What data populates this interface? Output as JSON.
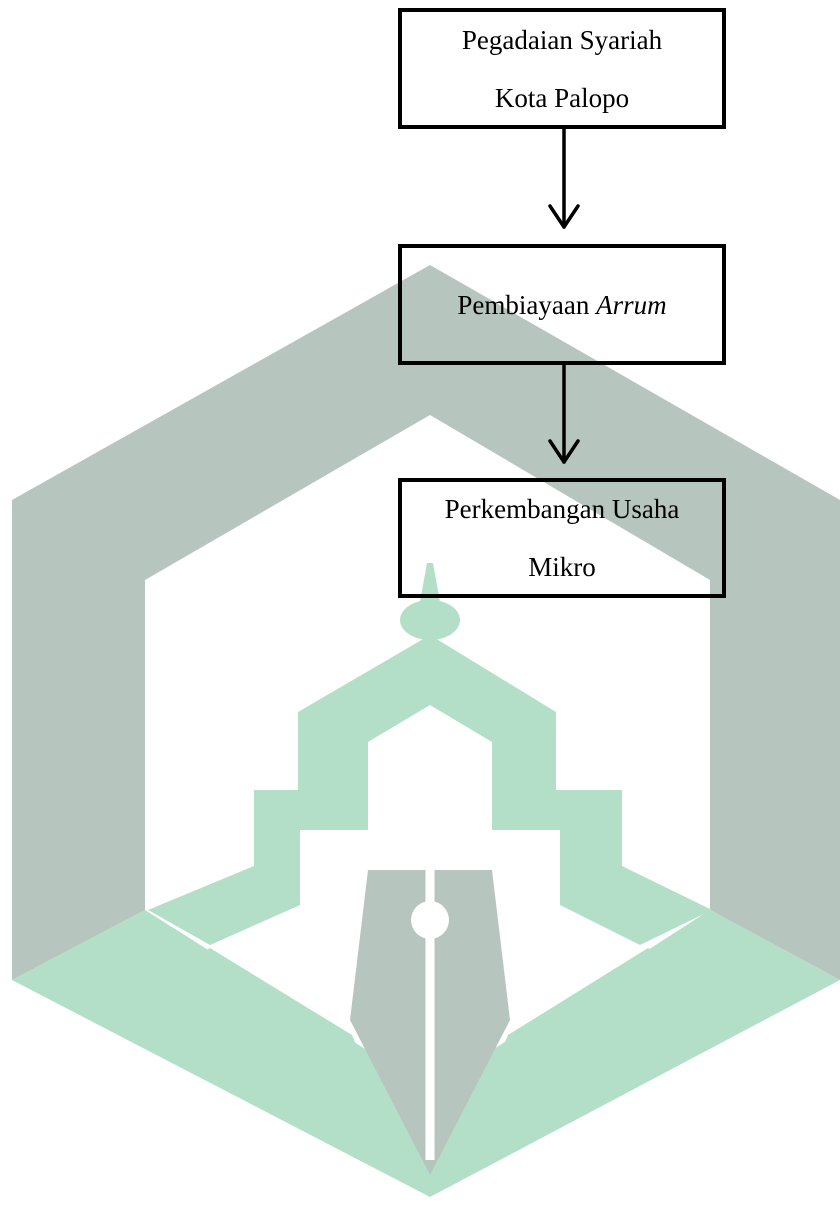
{
  "flowchart": {
    "nodes": [
      {
        "id": "pegadaian",
        "lines": [
          "Pegadaian Syariah",
          "Kota Palopo"
        ]
      },
      {
        "id": "pembiayaan",
        "text": "Pembiayaan ",
        "text_italic": "Arrum"
      },
      {
        "id": "perkembangan",
        "lines": [
          "Perkembangan Usaha",
          "Mikro"
        ]
      }
    ],
    "edges": [
      {
        "from": "pegadaian",
        "to": "pembiayaan"
      },
      {
        "from": "pembiayaan",
        "to": "perkembangan"
      }
    ]
  },
  "watermark": {
    "type": "university-logo",
    "colors": {
      "gray": "#b7c5bf",
      "green": "#b3dfc9"
    }
  },
  "colors": {
    "border": "#000000",
    "text": "#000000",
    "background": "#ffffff"
  }
}
